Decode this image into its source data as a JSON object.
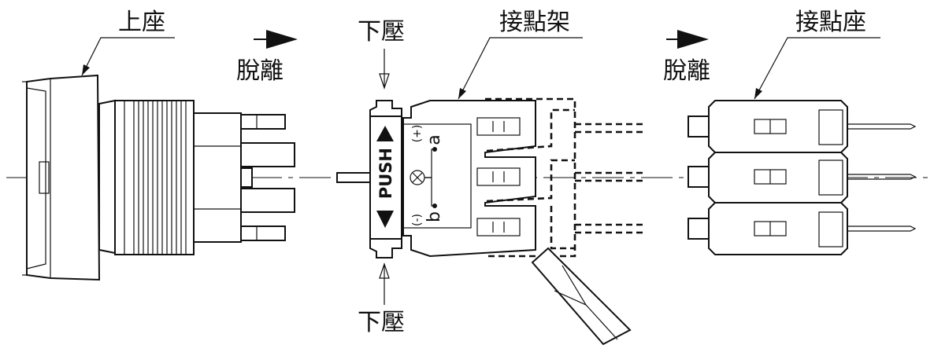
{
  "labels": {
    "upper_seat": "上座",
    "detach_left": "脫離",
    "press_top": "下壓",
    "contact_frame": "接點架",
    "detach_right": "脫離",
    "contact_seat": "接點座",
    "press_bottom": "下壓",
    "push": "PUSH"
  },
  "symbols": {
    "plus": "(+)",
    "minus": "(-)",
    "terminal_a": "a",
    "terminal_b": "b"
  },
  "icons": [
    "arrow-right-icon",
    "arrow-down-icon",
    "arrow-up-icon",
    "screwdriver-icon",
    "lamp-icon"
  ]
}
